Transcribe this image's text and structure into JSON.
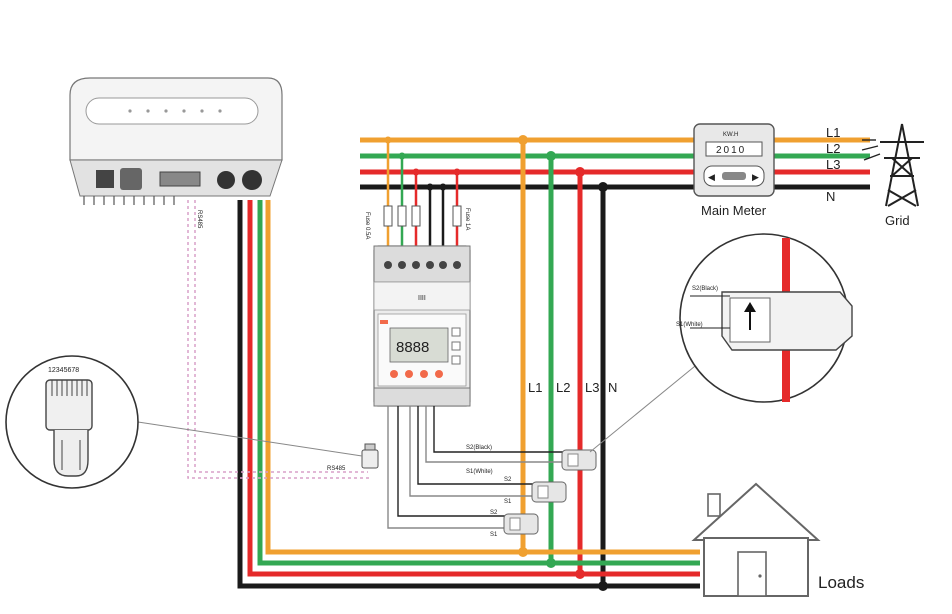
{
  "colors": {
    "l1": "#f0a030",
    "l2": "#33a853",
    "l3": "#e52a2a",
    "neutral": "#1a1a1a",
    "rs485": "#d9a0c8",
    "device": "#e8e8e8",
    "accent": "#f26a4a"
  },
  "grid": {
    "label": "Grid",
    "lines": [
      "L1",
      "L2",
      "L3",
      "N"
    ]
  },
  "main_meter": {
    "label": "Main Meter",
    "unit": "KW.H",
    "reading": "2010"
  },
  "meter": {
    "fuse_left": "Fuse 0.5A",
    "fuse_right": "Fuse 1A",
    "lcd": "8888",
    "port_label": "RS485"
  },
  "drop_labels": [
    "L1",
    "L2",
    "L3",
    "N"
  ],
  "ct_detail": {
    "s2": "S2(Black)",
    "s1": "S1(White)"
  },
  "ct_wires": {
    "s2_black": "S2(Black)",
    "s1_white": "S1(White)",
    "s2_mid": "S2",
    "s1_mid": "S1",
    "s2_low": "S2",
    "s1_low": "S1"
  },
  "rj45": {
    "pins": "12345678"
  },
  "inverter_label": "RS485",
  "loads": {
    "label": "Loads"
  }
}
